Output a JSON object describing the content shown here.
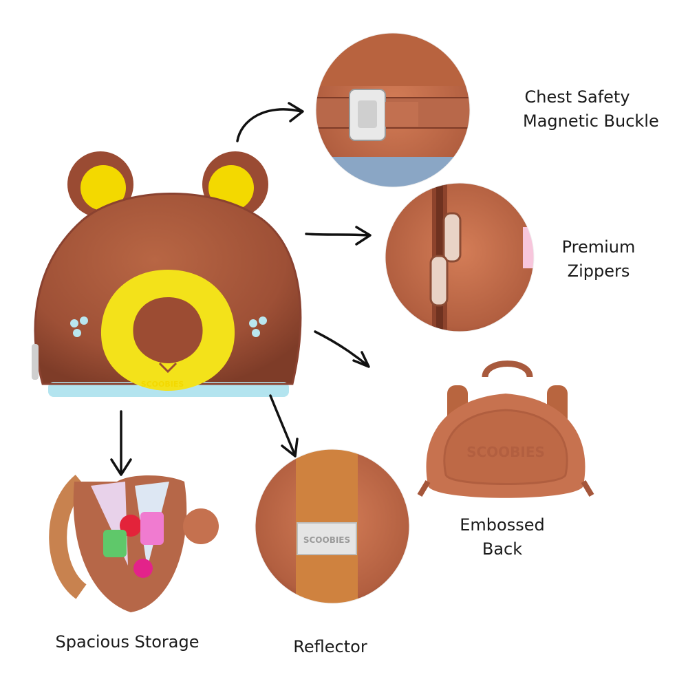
{
  "brand": "SCOOBIES",
  "colors": {
    "bag_brown": "#a8573d",
    "bag_light_brown": "#c5714f",
    "ear_yellow": "#f6e200",
    "cheek_blue": "#b9e6ef",
    "strap_tan": "#c9783e",
    "background": "#ffffff"
  },
  "features": {
    "chest_buckle": {
      "line1": "Chest Safety",
      "line2": "Magnetic Buckle"
    },
    "zippers": {
      "line1": "Premium",
      "line2": "Zippers"
    },
    "embossed_back": {
      "line1": "Embossed",
      "line2": "Back"
    },
    "storage": {
      "label": "Spacious Storage"
    },
    "reflector": {
      "label": "Reflector"
    }
  },
  "icons": [
    "arrow-icon"
  ]
}
